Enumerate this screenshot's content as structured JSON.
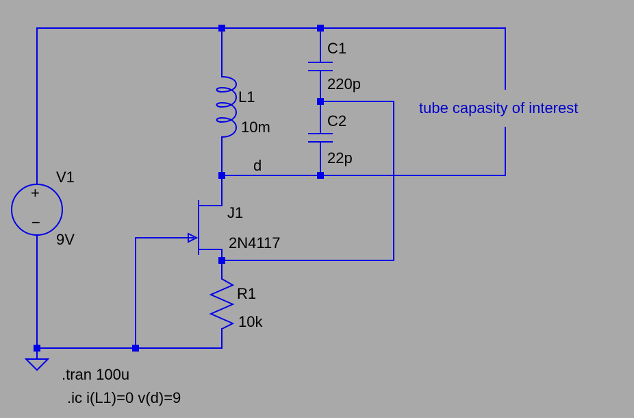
{
  "components": {
    "v1": {
      "ref": "V1",
      "value": "9V",
      "plus": "+",
      "minus": "−"
    },
    "l1": {
      "ref": "L1",
      "value": "10m"
    },
    "c1": {
      "ref": "C1",
      "value": "220p"
    },
    "c2": {
      "ref": "C2",
      "value": "22p"
    },
    "j1": {
      "ref": "J1",
      "value": "2N4117"
    },
    "r1": {
      "ref": "R1",
      "value": "10k"
    }
  },
  "net_label_d": "d",
  "comment": "tube capasity of interest",
  "directives": {
    "tran": ".tran 100u",
    "ic": ".ic i(L1)=0 v(d)=9"
  },
  "colors": {
    "wire": "#0000e6",
    "background": "#a9a9a9",
    "text": "#000000",
    "comment": "#0000cc"
  }
}
